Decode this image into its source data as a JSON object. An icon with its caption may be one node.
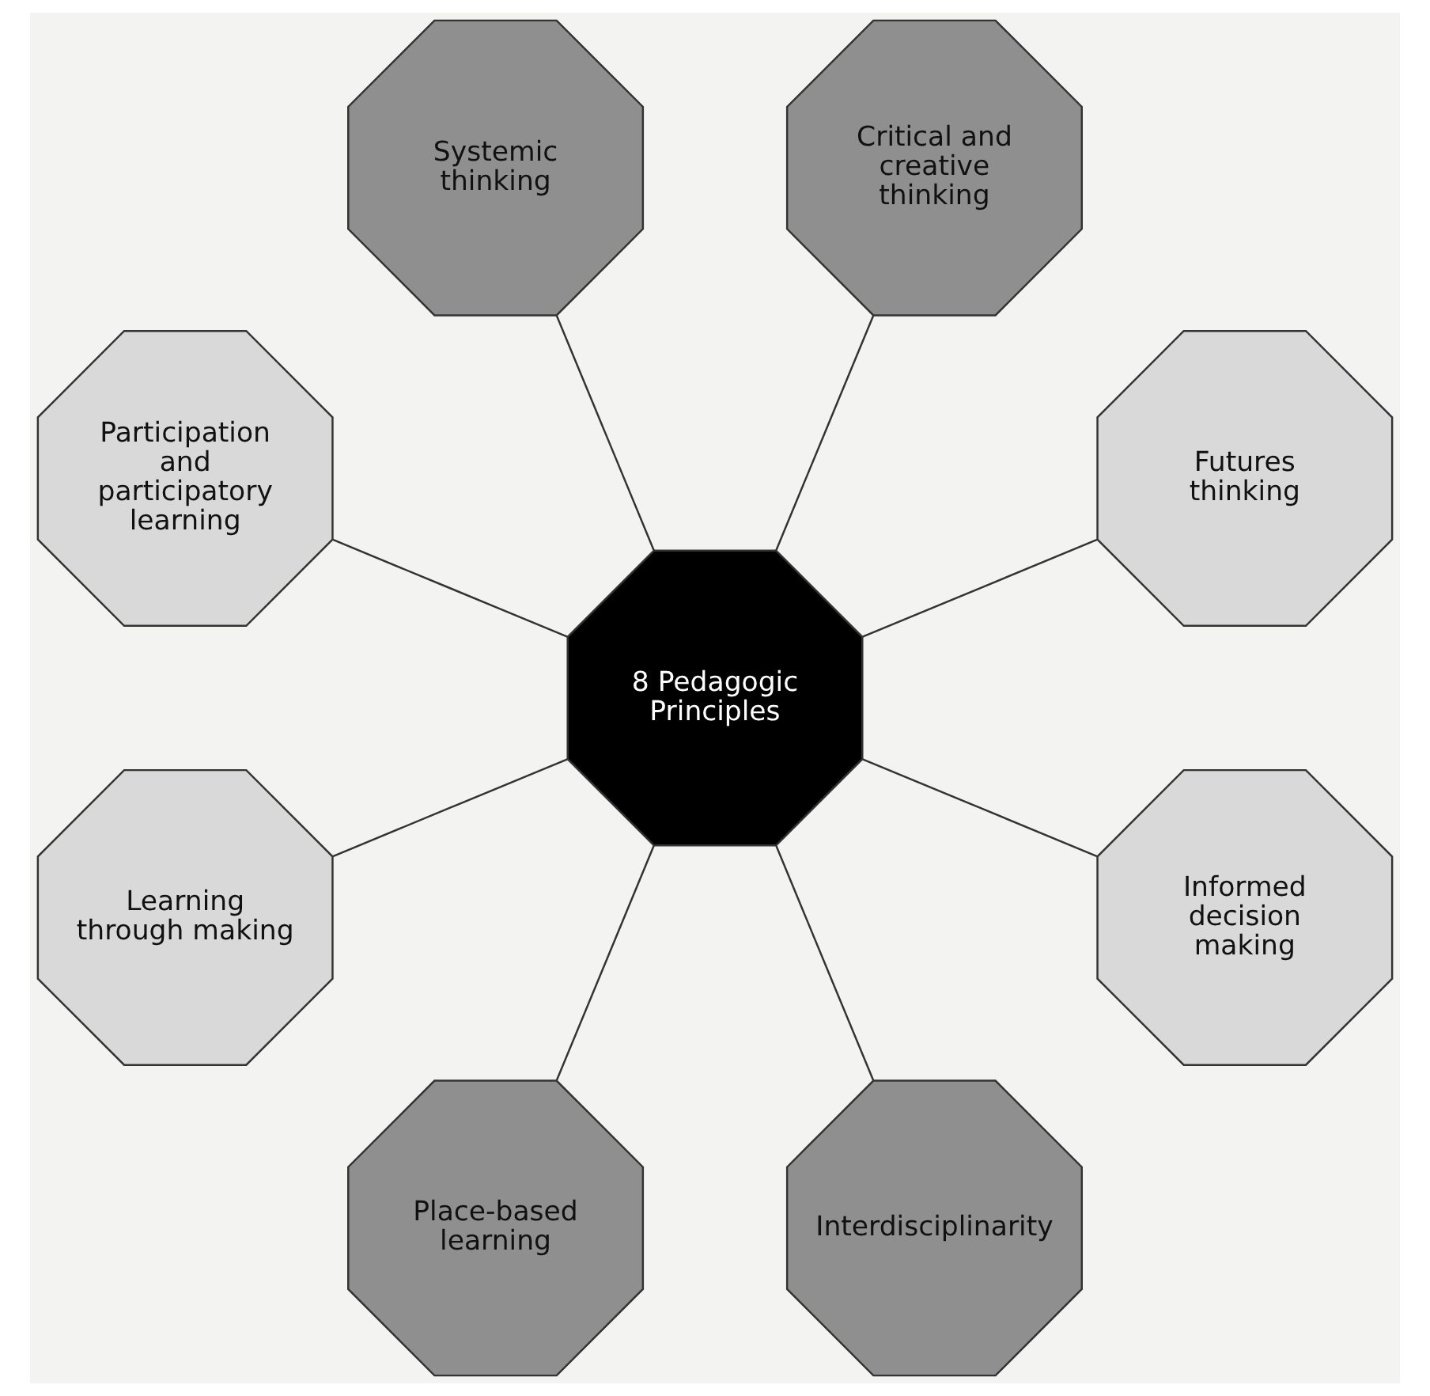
{
  "diagram": {
    "nodes": [
      {
        "text": [
          "Futures thinking"
        ]
      },
      {
        "text": [
          "Critical and creative thinking"
        ]
      },
      {
        "text": [
          "Systemic thinking"
        ]
      },
      {
        "text": [
          "Participation and participatory learning"
        ]
      },
      {
        "text": [
          "8 Pedagogic Principles"
        ]
      },
      {
        "text": [
          "Learning through making"
        ]
      },
      {
        "text": [
          "Place-based learning"
        ]
      },
      {
        "text": [
          "Interdisciplinarity"
        ]
      },
      {
        "text": [
          "Informed decision making"
        ]
      }
    ],
    "edges": [
      {
        "from": 4,
        "to": 0,
        "arrow": "none"
      },
      {
        "from": 4,
        "to": 1,
        "arrow": "none"
      },
      {
        "from": 4,
        "to": 3,
        "arrow": "none"
      },
      {
        "from": 4,
        "to": 6,
        "arrow": "none"
      },
      {
        "from": 4,
        "to": 8,
        "arrow": "none"
      },
      {
        "from": 4,
        "to": 7,
        "arrow": "none"
      },
      {
        "from": 4,
        "to": 5,
        "arrow": "none"
      },
      {
        "from": 4,
        "to": 2,
        "arrow": "none"
      }
    ]
  }
}
